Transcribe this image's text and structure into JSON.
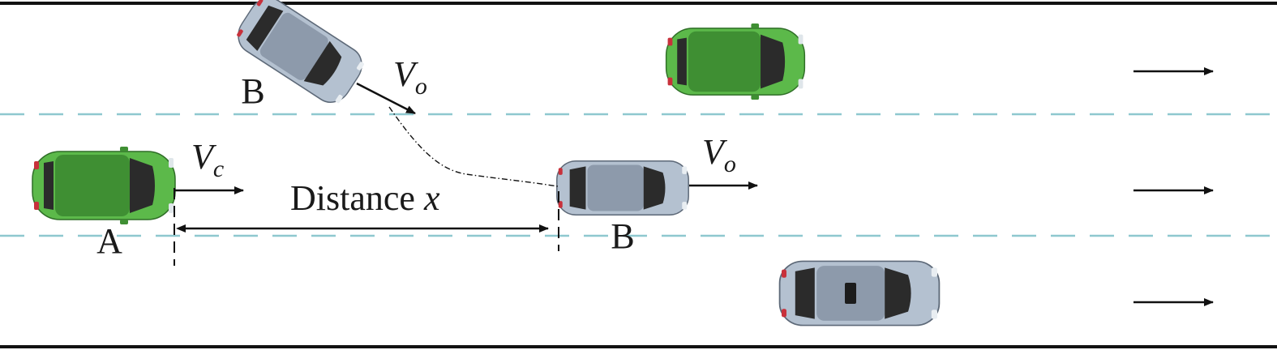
{
  "colors": {
    "road_edge": "#111111",
    "lane_dash": "#8ec8cf",
    "green_car": "#5cb94a",
    "green_car_dark": "#3f8f33",
    "gray_car": "#a9b7c7",
    "gray_car_dark": "#7d8a99",
    "arrow": "#111111"
  },
  "icons": [
    "car-a-green-icon",
    "car-b-gray-icon",
    "direction-arrow-icon"
  ],
  "labels": {
    "car_a": "A",
    "car_b_merging": "B",
    "car_b_lane": "B",
    "distance_word": "Distance ",
    "distance_var": "x",
    "vc_base": "V",
    "vc_sub": "c",
    "vo_top_base": "V",
    "vo_top_sub": "o",
    "vo_mid_base": "V",
    "vo_mid_sub": "o"
  }
}
